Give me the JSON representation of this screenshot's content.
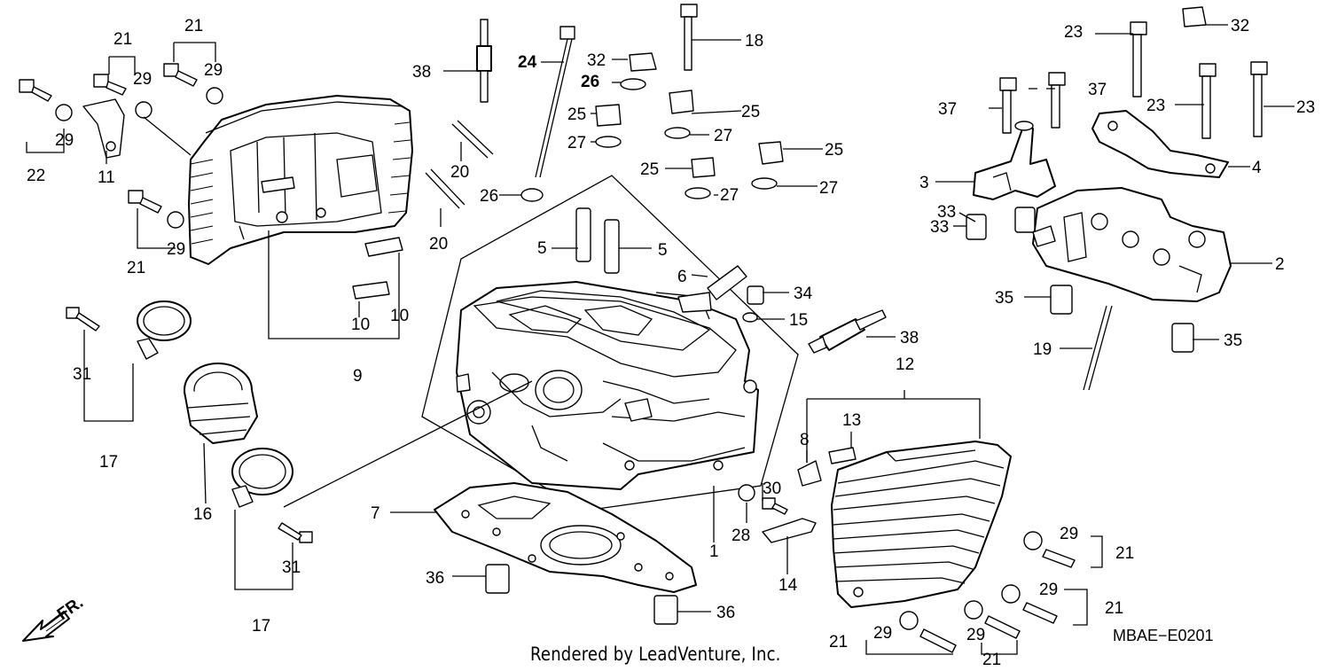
{
  "callouts": {
    "c1": "1",
    "c2": "2",
    "c3": "3",
    "c4": "4",
    "c5a": "5",
    "c5b": "5",
    "c6": "6",
    "c7": "7",
    "c8": "8",
    "c9": "9",
    "c10a": "10",
    "c10b": "10",
    "c11": "11",
    "c12": "12",
    "c13": "13",
    "c14": "14",
    "c15": "15",
    "c16": "16",
    "c17a": "17",
    "c17b": "17",
    "c18": "18",
    "c19": "19",
    "c20a": "20",
    "c20b": "20",
    "c21a": "21",
    "c21b": "21",
    "c21c": "21",
    "c21d": "21",
    "c21e": "21",
    "c21f": "21",
    "c21g": "21",
    "c22": "22",
    "c23a": "23",
    "c23b": "23",
    "c23c": "23",
    "c24": "24",
    "c25a": "25",
    "c25b": "25",
    "c25c": "25",
    "c25d": "25",
    "c26a": "26",
    "c26b": "26",
    "c27a": "27",
    "c27b": "27",
    "c27c": "27",
    "c27d": "27",
    "c28": "28",
    "c29a": "29",
    "c29b": "29",
    "c29c": "29",
    "c29d": "29",
    "c29e": "29",
    "c29f": "29",
    "c29g": "29",
    "c29h": "29",
    "c30": "30",
    "c31a": "31",
    "c31b": "31",
    "c32a": "32",
    "c32b": "32",
    "c33a": "33",
    "c33b": "33",
    "c34": "34",
    "c35a": "35",
    "c35b": "35",
    "c36a": "36",
    "c36b": "36",
    "c37a": "37",
    "c37b": "37",
    "c38a": "38",
    "c38b": "38"
  },
  "orientation_label": "FR.",
  "credit": "Rendered by LeadVenture, Inc.",
  "diagram_code": "MBAE−E0201"
}
